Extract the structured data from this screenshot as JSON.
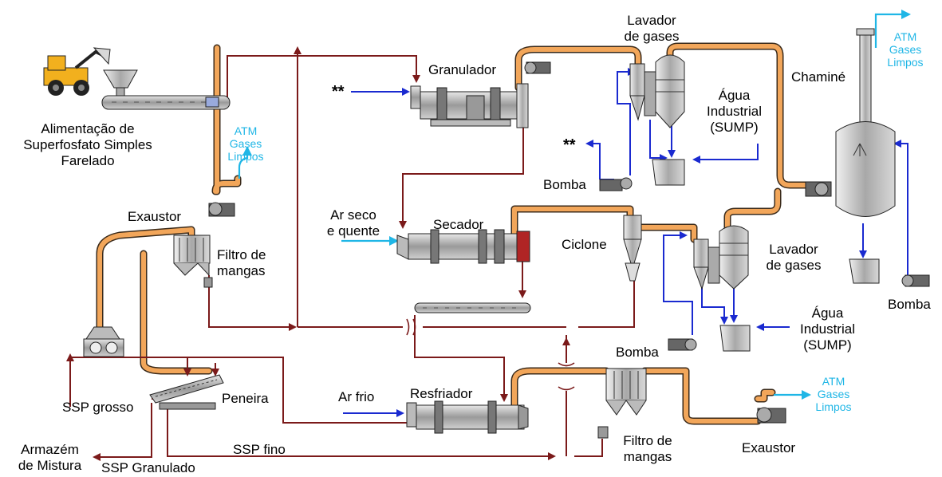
{
  "labels": {
    "alimentacao": [
      "Alimentação de",
      "Superfosfato Simples",
      "Farelado"
    ],
    "granulador": "Granulador",
    "lavador_top": [
      "Lavador",
      "de gases"
    ],
    "chamine": "Chaminé",
    "agua_top": [
      "Água",
      "Industrial",
      "(SUMP)"
    ],
    "atm_top": [
      "ATM",
      "Gases",
      "Limpos"
    ],
    "atm_left": [
      "ATM",
      "Gases",
      "Limpos"
    ],
    "atm_right": [
      "ATM",
      "Gases",
      "Limpos"
    ],
    "star_top": "**",
    "star_mid": "**",
    "bomba_top": "Bomba",
    "exaustor_left": "Exaustor",
    "filtro_left": [
      "Filtro de",
      "mangas"
    ],
    "ar_seco": [
      "Ar seco",
      "e quente"
    ],
    "secador": "Secador",
    "ciclone": "Ciclone",
    "lavador_mid": [
      "Lavador",
      "de gases"
    ],
    "bomba_right": "Bomba",
    "agua_mid": [
      "Água",
      "Industrial",
      "(SUMP)"
    ],
    "bomba_mid": "Bomba",
    "ar_frio": "Ar frio",
    "resfriador": "Resfriador",
    "peneira": "Peneira",
    "ssp_grosso": "SSP grosso",
    "armazem": [
      "Armazém",
      "de Mistura"
    ],
    "ssp_granulado": "SSP Granulado",
    "ssp_fino": "SSP fino",
    "filtro_bottom": [
      "Filtro de",
      "mangas"
    ],
    "exaustor_bottom": "Exaustor"
  },
  "colors": {
    "product_line": "#7b1a1a",
    "gas_duct": "#f2a65a",
    "gas_duct_edge": "#3a2a1a",
    "water_line": "#1a2ad0",
    "air_line": "#1fb6e6",
    "equipment": "#bdbdbd",
    "equipment_dark": "#4a4a4a"
  }
}
